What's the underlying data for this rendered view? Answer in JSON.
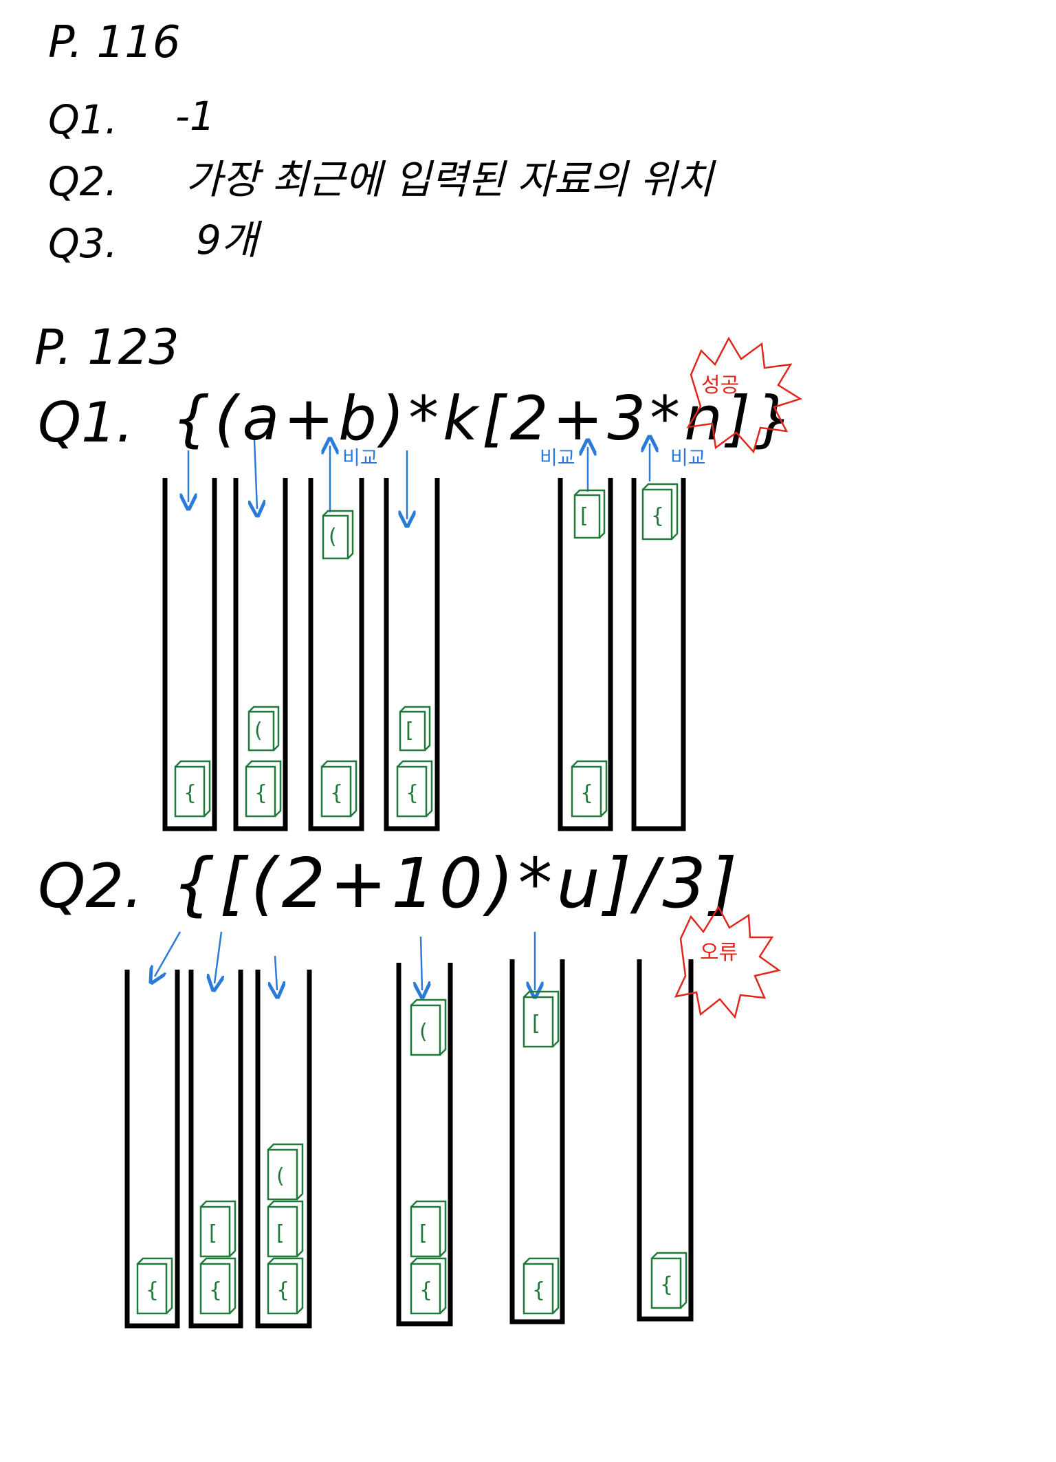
{
  "section1": {
    "page_ref": "P. 116",
    "answers": [
      {
        "label": "Q1.",
        "text": "-1"
      },
      {
        "label": "Q2.",
        "text": "가장 최근에 입력된 자료의 위치"
      },
      {
        "label": "Q3.",
        "text": "9개"
      }
    ]
  },
  "section2": {
    "page_ref": "P. 123",
    "q1": {
      "label": "Q1.",
      "expression": "{(a+b)*k[2+3*n]}",
      "result": "성공",
      "compare_label": "비교",
      "stacks": [
        {
          "arrow": "push",
          "op": "",
          "items": [
            "{"
          ]
        },
        {
          "arrow": "push",
          "op": "",
          "items": [
            "{",
            "("
          ]
        },
        {
          "arrow": "pop",
          "op": "비교",
          "items": [
            "{",
            "("
          ]
        },
        {
          "arrow": "push",
          "op": "",
          "items": [
            "{",
            "["
          ]
        },
        {
          "arrow": "pop",
          "op": "비교",
          "items": [
            "{",
            "["
          ]
        },
        {
          "arrow": "pop",
          "op": "비교",
          "items": [
            "{"
          ]
        }
      ]
    },
    "q2": {
      "label": "Q2.",
      "expression": "{[(2+10)*u]/3]",
      "result": "오류",
      "stacks": [
        {
          "arrow": "push",
          "items": [
            "{"
          ]
        },
        {
          "arrow": "push",
          "items": [
            "{",
            "["
          ]
        },
        {
          "arrow": "push",
          "items": [
            "{",
            "[",
            "("
          ]
        },
        {
          "arrow": "push",
          "items": [
            "{",
            "[",
            "("
          ]
        },
        {
          "arrow": "push",
          "items": [
            "{",
            "["
          ]
        },
        {
          "arrow": "none",
          "items": [
            "{"
          ]
        }
      ]
    }
  },
  "colors": {
    "ink": "#000000",
    "arrow_blue": "#2a7bd8",
    "box_green": "#1f7a3a",
    "stamp_red": "#e0261b"
  }
}
